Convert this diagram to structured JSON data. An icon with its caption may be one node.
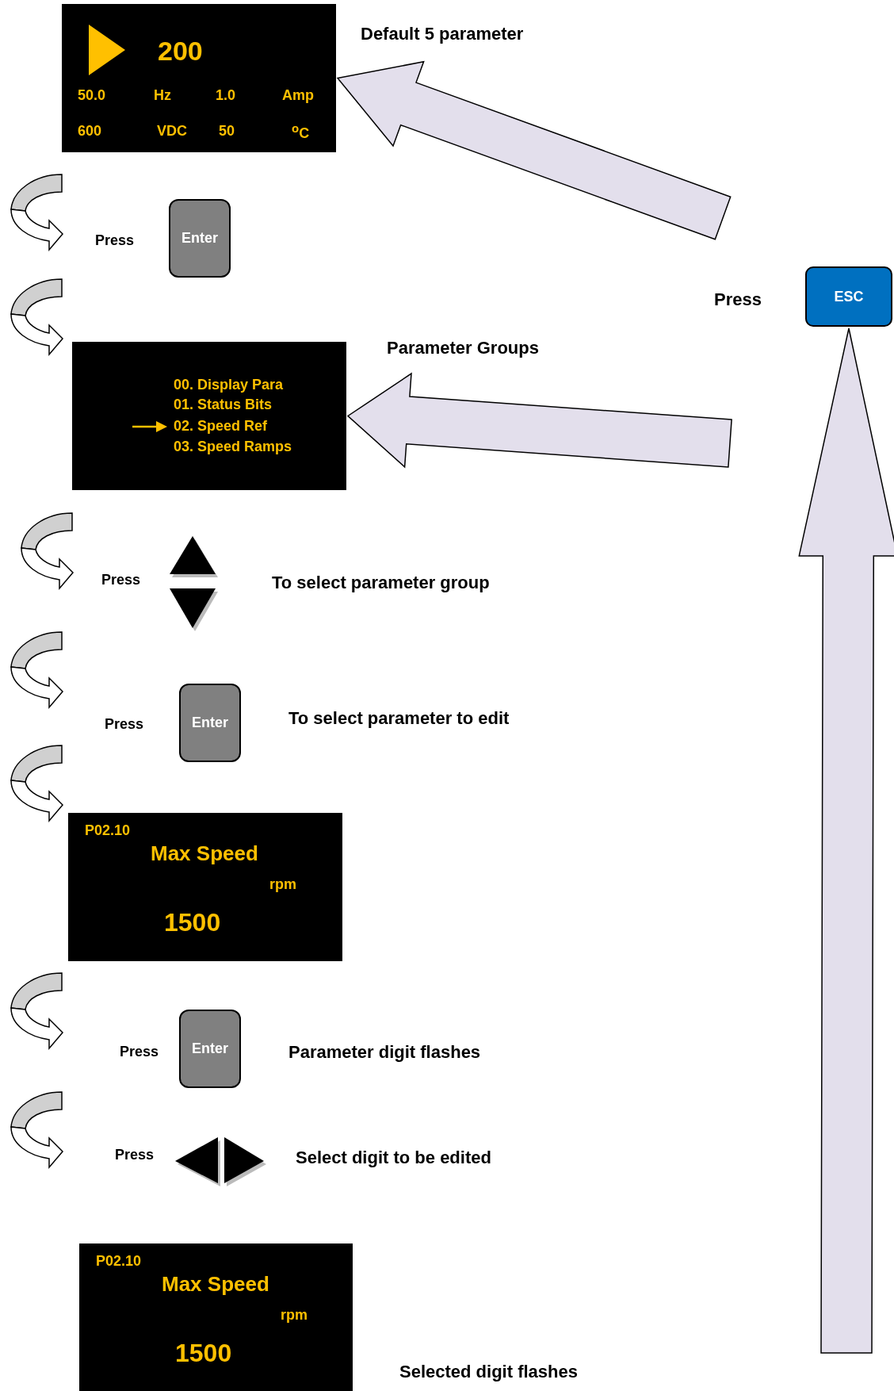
{
  "diagram": {
    "nodes": [
      {
        "text": [
          "200",
          "50.0",
          "Hz",
          "1.0",
          "Amp",
          "600",
          "VDC",
          "50",
          "$^{o}$C"
        ],
        "beside": [
          "Default 5 parameter"
        ]
      },
      {
        "text": [
          "Enter"
        ],
        "beside": [
          "Press"
        ]
      },
      {
        "text": [
          "ESC"
        ],
        "beside": [
          "Press"
        ]
      },
      {
        "text": [
          "00. Display Para",
          "01. Status Bits",
          "02. Speed Ref",
          "03. Speed Ramps"
        ],
        "beside": [
          "Parameter Groups"
        ]
      },
      {
        "text": [],
        "shape": "triangle",
        "beside": [
          "Press",
          "To select parameter group"
        ]
      },
      {
        "text": [
          "Enter"
        ],
        "beside": [
          "Press",
          "To select parameter to edit"
        ]
      },
      {
        "text": [
          "P02.10",
          "Max Speed",
          "rpm",
          "1500"
        ]
      },
      {
        "text": [
          "Enter"
        ],
        "beside": [
          "Press",
          "Parameter digit flashes"
        ]
      },
      {
        "text": [],
        "shape": "triangle",
        "beside": [
          "Press",
          "Select digit to be edited"
        ]
      },
      {
        "text": [
          "P02.10",
          "Max Speed",
          "rpm",
          "1500"
        ],
        "beside": [
          "Selected digit flashes"
        ]
      }
    ],
    "edges": [
      {
        "from": null,
        "to": 0,
        "arrow": "to"
      },
      {
        "from": null,
        "to": 3,
        "arrow": "to"
      },
      {
        "from": null,
        "to": 2,
        "arrow": "to"
      }
    ]
  }
}
